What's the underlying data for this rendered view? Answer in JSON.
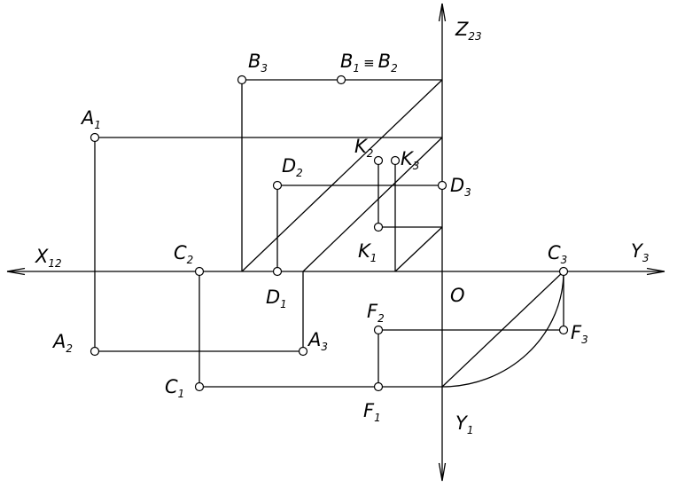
{
  "axes": {
    "x12": {
      "main": "X",
      "sub": "12"
    },
    "y3": {
      "main": "Y",
      "sub": "3"
    },
    "z23": {
      "main": "Z",
      "sub": "23"
    },
    "y1": {
      "main": "Y",
      "sub": "1"
    },
    "origin": "O"
  },
  "points": {
    "A1": {
      "main": "A",
      "sub": "1"
    },
    "A2": {
      "main": "A",
      "sub": "2"
    },
    "A3": {
      "main": "A",
      "sub": "3"
    },
    "B3": {
      "main": "B",
      "sub": "3"
    },
    "B12": {
      "main1": "B",
      "sub1": "1",
      "eq": "≡",
      "main2": "B",
      "sub2": "2"
    },
    "C1": {
      "main": "C",
      "sub": "1"
    },
    "C2": {
      "main": "C",
      "sub": "2"
    },
    "C3": {
      "main": "C",
      "sub": "3"
    },
    "D1": {
      "main": "D",
      "sub": "1"
    },
    "D2": {
      "main": "D",
      "sub": "2"
    },
    "D3": {
      "main": "D",
      "sub": "3"
    },
    "K1": {
      "main": "K",
      "sub": "1"
    },
    "K2": {
      "main": "K",
      "sub": "2"
    },
    "K3": {
      "main": "K",
      "sub": "3"
    },
    "F1": {
      "main": "F",
      "sub": "1"
    },
    "F2": {
      "main": "F",
      "sub": "2"
    },
    "F3": {
      "main": "F",
      "sub": "3"
    }
  }
}
